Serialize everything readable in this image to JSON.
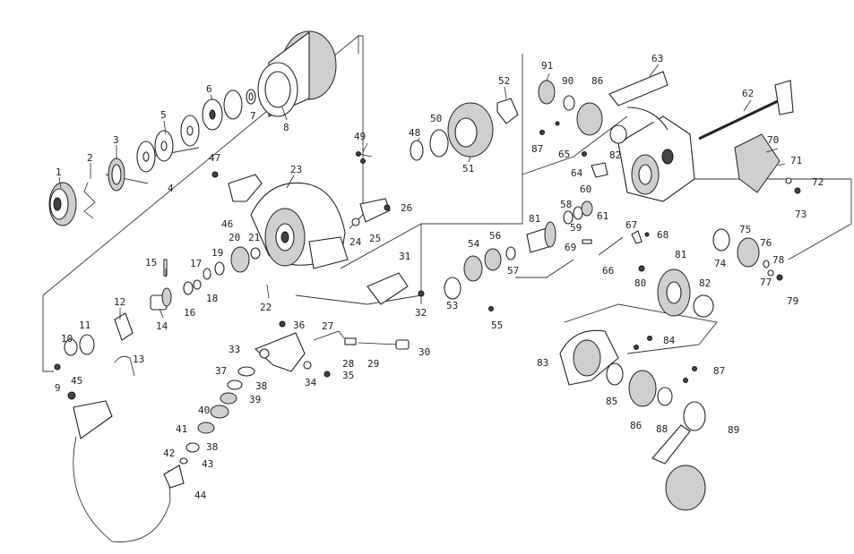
{
  "diagram": {
    "type": "exploded-parts-view",
    "labels": [
      "1",
      "2",
      "3",
      "4",
      "5",
      "6",
      "7",
      "8",
      "9",
      "10",
      "11",
      "12",
      "13",
      "14",
      "15",
      "16",
      "17",
      "18",
      "19",
      "20",
      "21",
      "22",
      "23",
      "24",
      "25",
      "26",
      "27",
      "28",
      "29",
      "30",
      "31",
      "32",
      "33",
      "34",
      "35",
      "36",
      "37",
      "38",
      "38",
      "39",
      "40",
      "41",
      "42",
      "43",
      "44",
      "45",
      "46",
      "47",
      "48",
      "49",
      "50",
      "51",
      "52",
      "53",
      "54",
      "55",
      "56",
      "57",
      "58",
      "59",
      "60",
      "61",
      "62",
      "63",
      "64",
      "65",
      "66",
      "67",
      "68",
      "69",
      "70",
      "71",
      "72",
      "73",
      "74",
      "75",
      "76",
      "77",
      "78",
      "79",
      "80",
      "81",
      "81",
      "82",
      "82",
      "83",
      "84",
      "85",
      "86",
      "86",
      "87",
      "87",
      "88",
      "89",
      "90",
      "91"
    ]
  }
}
